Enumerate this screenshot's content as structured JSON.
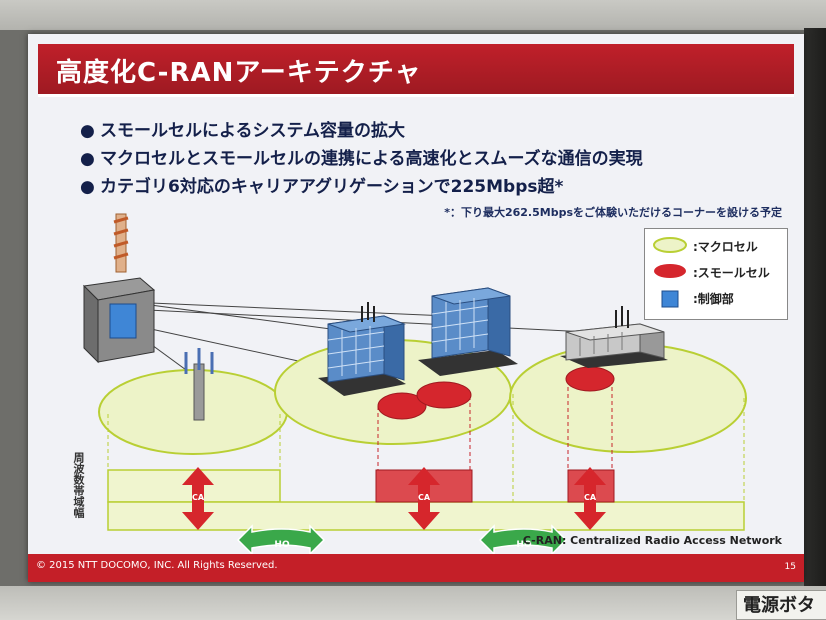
{
  "slide": {
    "title": "高度化C-RANアーキテクチャ",
    "bullets": [
      "スモールセルによるシステム容量の拡大",
      "マクロセルとスモールセルの連携による高速化とスムーズな通信の実現",
      "カテゴリ6対応のキャリアアグリゲーションで225Mbps超*"
    ],
    "bullet_marker": "●",
    "footnote": "*：下り最大262.5Mbpsをご体験いただけるコーナーを設ける予定",
    "legend": {
      "macro": ":マクロセル",
      "small": ":スモールセル",
      "control": ":制御部"
    },
    "axis_label": "周波数帯域幅",
    "ca_label": "CA",
    "ho_label": "HO",
    "cran_note": "C-RAN: Centralized Radio Access Network",
    "copyright": "© 2015 NTT DOCOMO, INC. All Rights Reserved.",
    "page_number": "15"
  },
  "booth_sign": "電源ボタ",
  "colors": {
    "title_red": "#c0202a",
    "macro_fill": "#edf3c8",
    "macro_stroke": "#b9cf34",
    "small_fill": "#d5262d",
    "band_red": "#dc4a4f",
    "arrow_red": "#d6262c",
    "ho_green": "#3aa84a",
    "building_blue": "#4f7fc0"
  }
}
